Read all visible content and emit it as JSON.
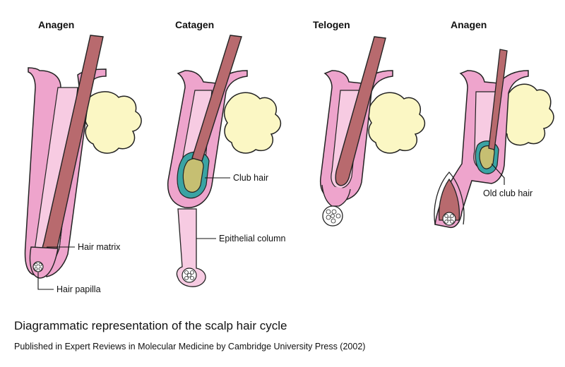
{
  "stages": [
    {
      "label": "Anagen"
    },
    {
      "label": "Catagen"
    },
    {
      "label": "Telogen"
    },
    {
      "label": "Anagen"
    }
  ],
  "callouts": {
    "hair_matrix": "Hair matrix",
    "hair_papilla": "Hair papilla",
    "club_hair": "Club hair",
    "epithelial_column": "Epithelial column",
    "old_club_hair": "Old club hair"
  },
  "caption": {
    "title": "Diagrammatic representation of the scalp hair cycle",
    "source": "Published in Expert Reviews in Molecular Medicine by Cambridge University Press (2002)"
  },
  "colors": {
    "follicle_pink": "#eea4cc",
    "follicle_light": "#f7cbe2",
    "hair_shaft": "#b86a6e",
    "gland_yellow": "#fbf7c4",
    "club_olive": "#c6bf72",
    "sheath_teal": "#3aa3a3",
    "outline": "#222222"
  }
}
